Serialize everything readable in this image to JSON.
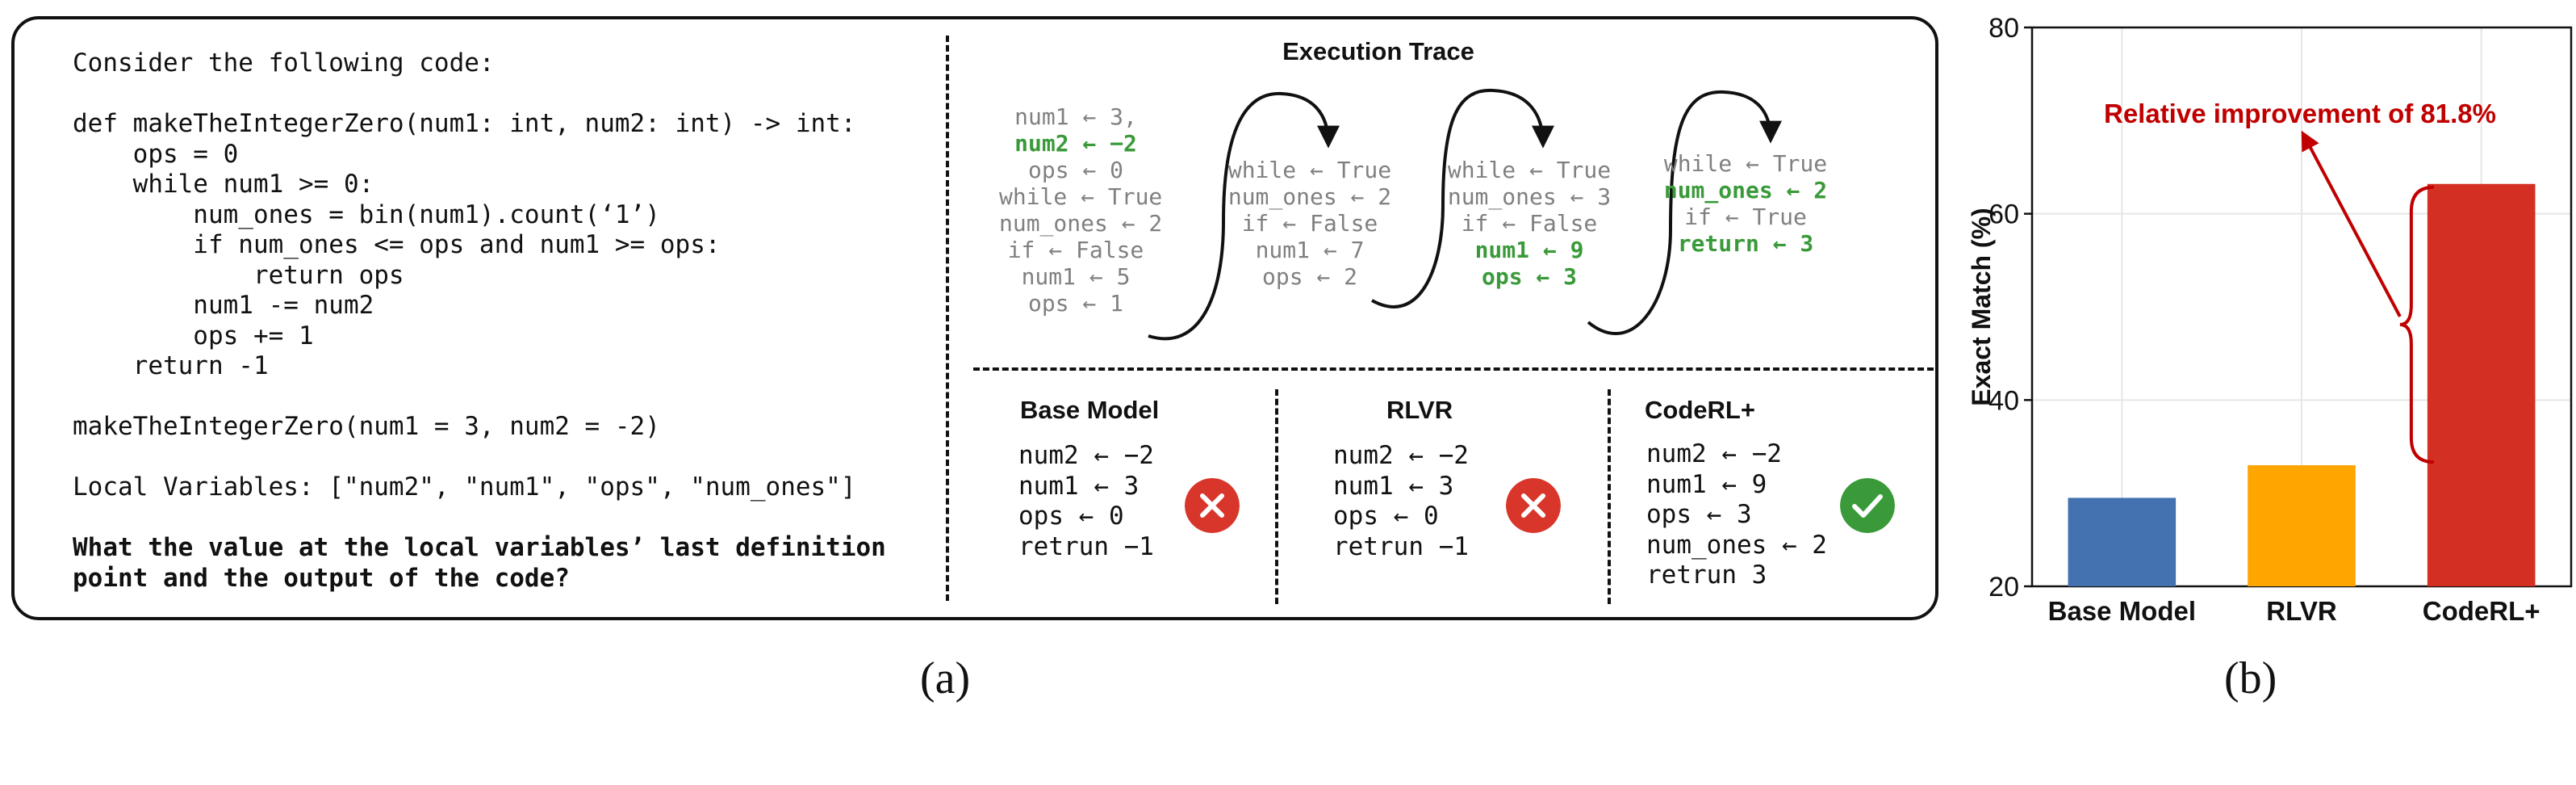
{
  "panel_a": {
    "code_lines": [
      "Consider the following code:",
      "",
      "def makeTheIntegerZero(num1: int, num2: int) -> int:",
      "    ops = 0",
      "    while num1 >= 0:",
      "        num_ones = bin(num1).count(‘1’)",
      "        if num_ones <= ops and num1 >= ops:",
      "            return ops",
      "        num1 -= num2",
      "        ops += 1",
      "    return -1",
      "",
      "makeTheIntegerZero(num1 = 3, num2 = -2)",
      "",
      "Local Variables: [\"num2\", \"num1\", \"ops\", \"num_ones\"]",
      ""
    ],
    "question_lines": [
      "What the value at the local variables’ last definition",
      "point and the output of the code?"
    ],
    "trace": {
      "title": "Execution Trace",
      "columns": [
        {
          "lines": [
            {
              "text": "num1 ← 3,",
              "hl": false
            },
            {
              "text": "num2 ← −2",
              "hl": true
            },
            {
              "text": "ops ← 0",
              "hl": false
            },
            {
              "text": "while ← True",
              "hl": false
            },
            {
              "text": "num_ones ← 2",
              "hl": false
            },
            {
              "text": "if ← False",
              "hl": false
            },
            {
              "text": "num1 ← 5",
              "hl": false
            },
            {
              "text": "ops ← 1",
              "hl": false
            }
          ]
        },
        {
          "lines": [
            {
              "text": "while ← True",
              "hl": false
            },
            {
              "text": "num_ones ← 2",
              "hl": false
            },
            {
              "text": "if ← False",
              "hl": false
            },
            {
              "text": "num1 ← 7",
              "hl": false
            },
            {
              "text": "ops ← 2",
              "hl": false
            }
          ]
        },
        {
          "lines": [
            {
              "text": "while ← True",
              "hl": false
            },
            {
              "text": "num_ones ← 3",
              "hl": false
            },
            {
              "text": "if ← False",
              "hl": false
            },
            {
              "text": "num1 ← 9",
              "hl": true
            },
            {
              "text": "ops ← 3",
              "hl": true
            }
          ]
        },
        {
          "lines": [
            {
              "text": "while ← True",
              "hl": false
            },
            {
              "text": "num_ones ← 2",
              "hl": true
            },
            {
              "text": "if ← True",
              "hl": false
            },
            {
              "text": "return ← 3",
              "hl": true
            }
          ]
        }
      ]
    },
    "models": [
      {
        "title": "Base Model",
        "lines": [
          "num2 ← −2",
          "num1 ← 3",
          "ops ← 0",
          "retrun −1"
        ],
        "result": "wrong"
      },
      {
        "title": "RLVR",
        "lines": [
          "num2 ← −2",
          "num1 ← 3",
          "ops ← 0",
          "retrun −1"
        ],
        "result": "wrong"
      },
      {
        "title": "CodeRL+",
        "lines": [
          "num2 ← −2",
          "num1 ← 9",
          "ops ← 3",
          "num_ones ← 2",
          "retrun 3"
        ],
        "result": "correct"
      }
    ],
    "colors": {
      "wrong": "#d9362b",
      "correct": "#3a9a3a",
      "highlight": "#3a9a3a",
      "dim_text": "#808080"
    },
    "caption": "(a)"
  },
  "chart_data": {
    "type": "bar",
    "categories": [
      "Base Model",
      "RLVR",
      "CodeRL+"
    ],
    "values": [
      29.5,
      33,
      63.2
    ],
    "colors": [
      "#4472b0",
      "#ffa500",
      "#d32f23"
    ],
    "ylabel": "Exact Match (%)",
    "xlabel": "",
    "ylim": [
      20,
      80
    ],
    "yticks": [
      20,
      40,
      60,
      80
    ],
    "grid": true,
    "annotation": "Relative improvement of 81.8%",
    "annotation_color": "#c00000"
  },
  "panel_b": {
    "caption": "(b)"
  }
}
